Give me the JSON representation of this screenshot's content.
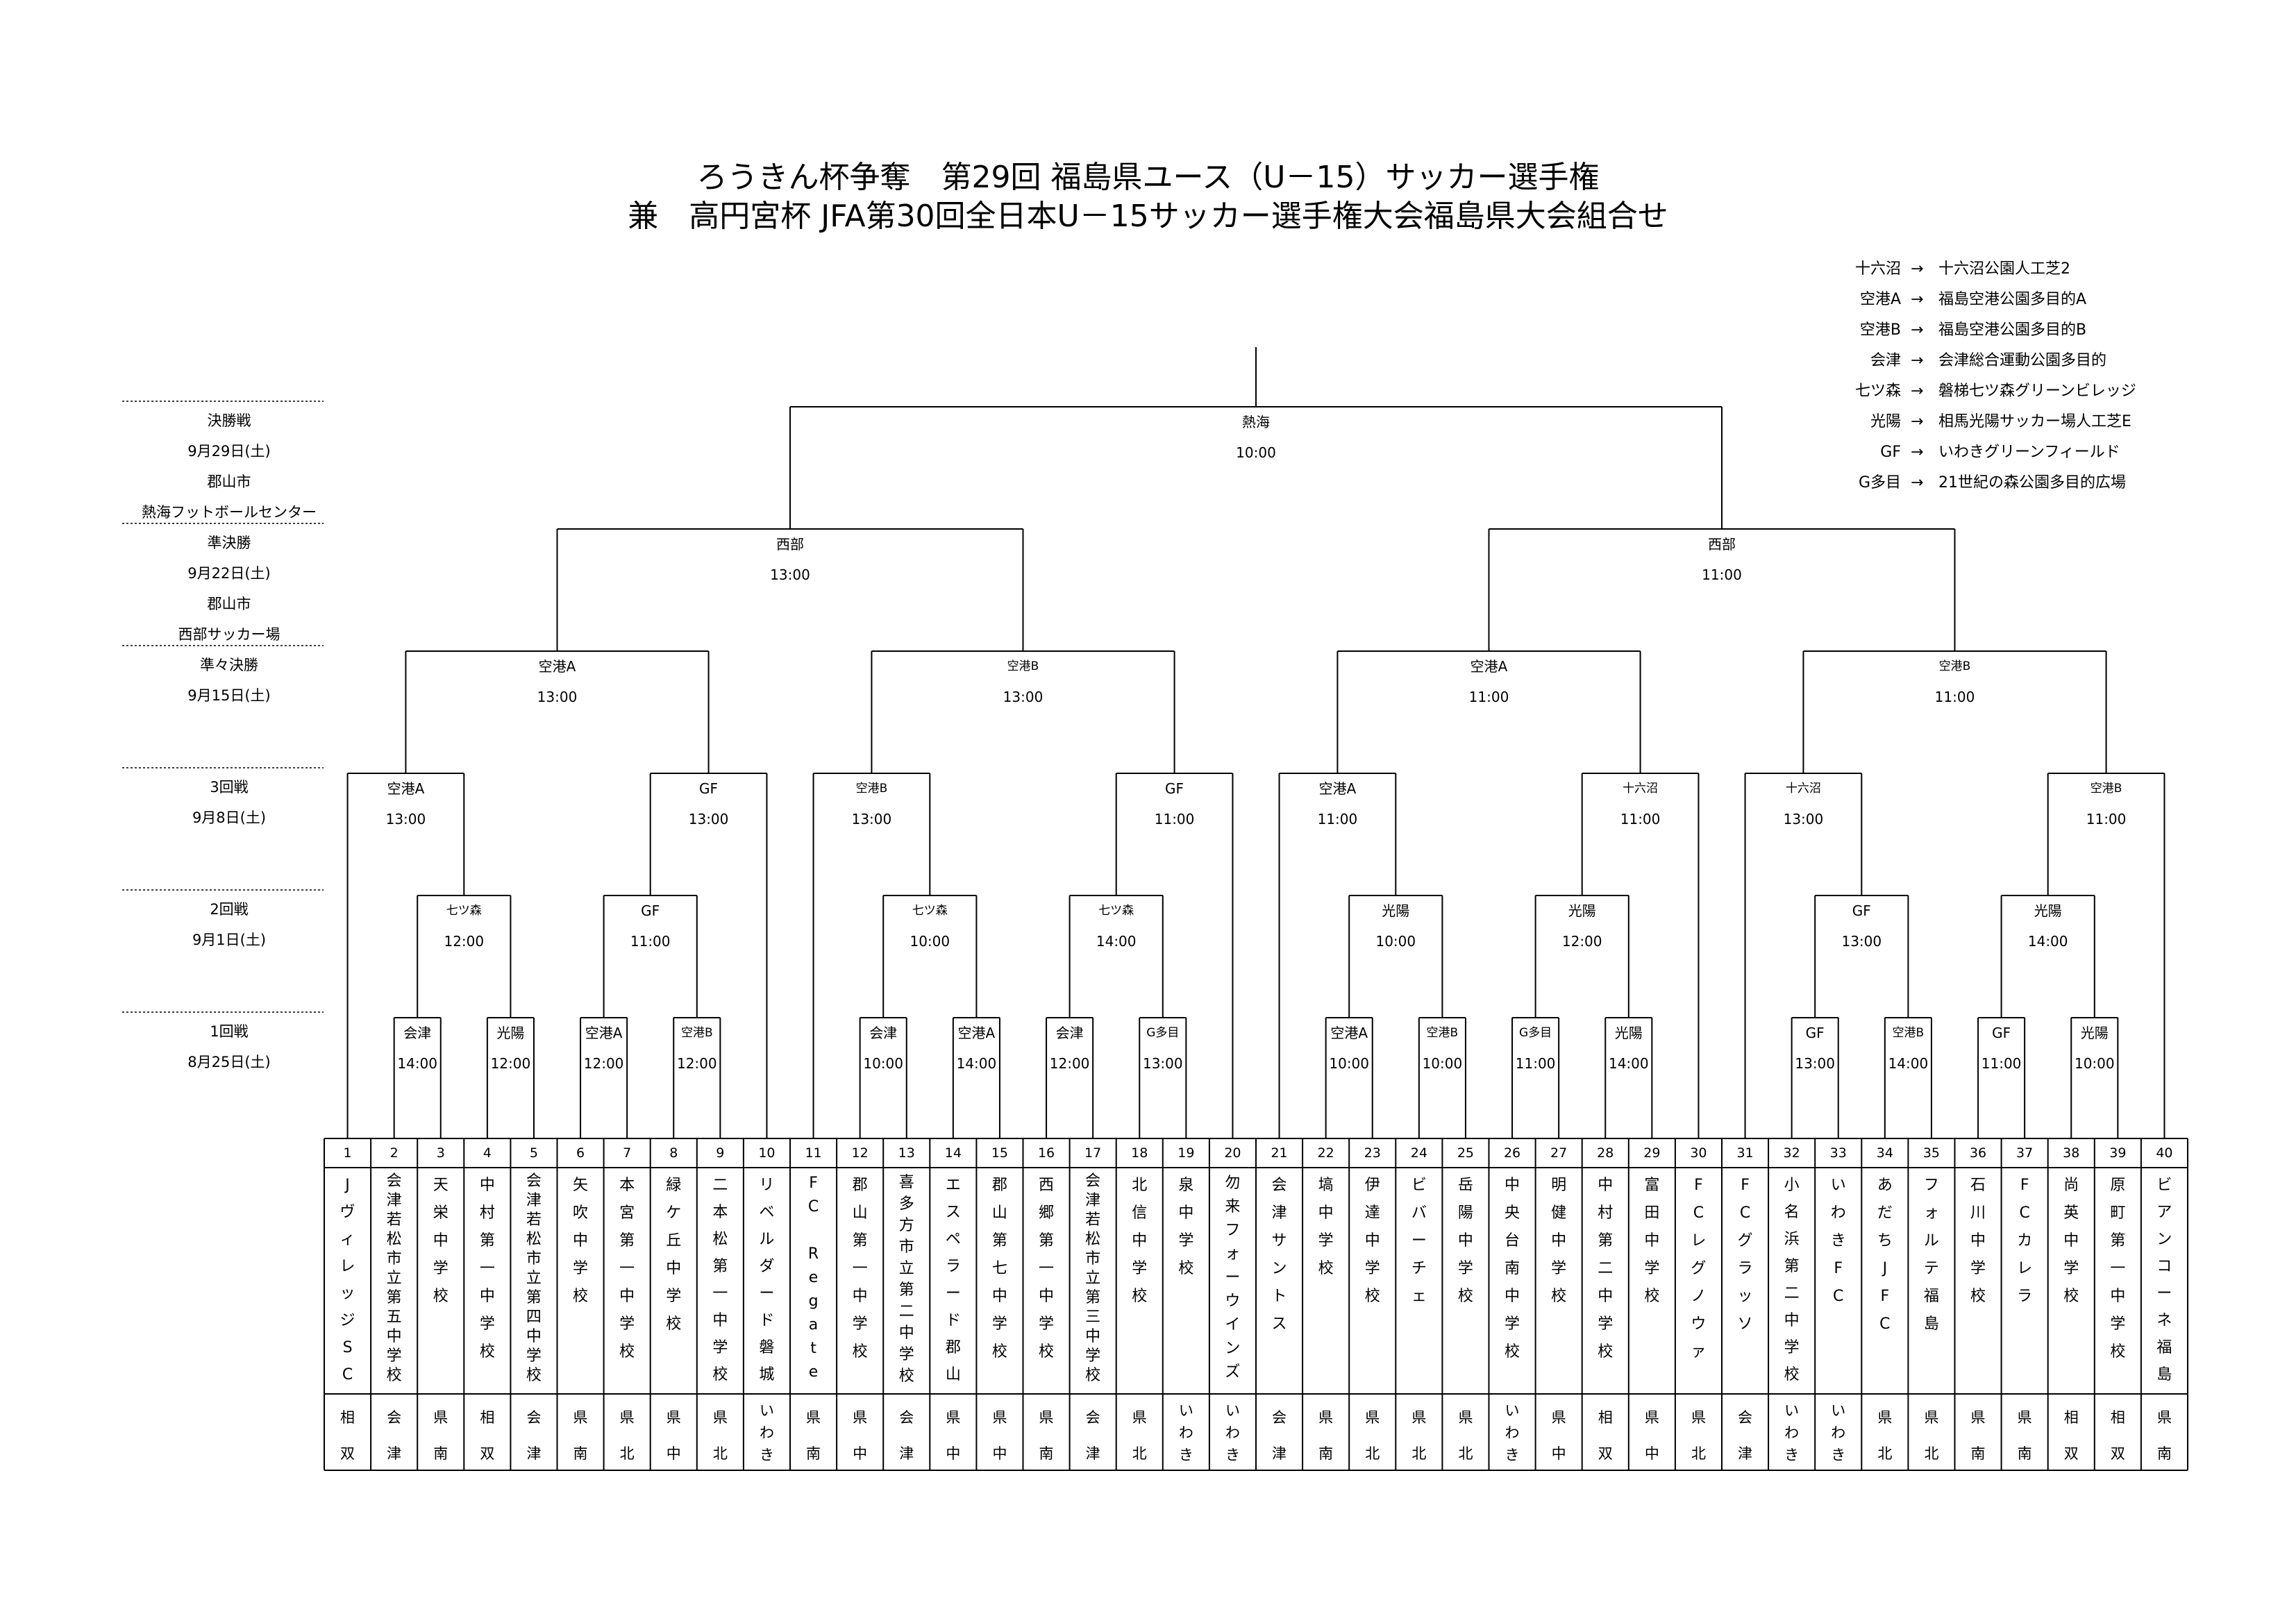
{
  "title": {
    "line1": "ろうきん杯争奪　第29回 福島県ユース（U－15）サッカー選手権",
    "line2": "兼　高円宮杯 JFA第30回全日本U－15サッカー選手権大会福島県大会組合せ"
  },
  "venue_legend": {
    "arrow": "→",
    "items": [
      {
        "abbr": "十六沼",
        "full": "十六沼公園人工芝2"
      },
      {
        "abbr": "空港A",
        "full": "福島空港公園多目的A"
      },
      {
        "abbr": "空港B",
        "full": "福島空港公園多目的B"
      },
      {
        "abbr": "会津",
        "full": "会津総合運動公園多目的"
      },
      {
        "abbr": "七ツ森",
        "full": "磐梯七ツ森グリーンビレッジ"
      },
      {
        "abbr": "光陽",
        "full": "相馬光陽サッカー場人工芝E"
      },
      {
        "abbr": "GF",
        "full": "いわきグリーンフィールド"
      },
      {
        "abbr": "G多目",
        "full": "21世紀の森公園多目的広場"
      }
    ]
  },
  "rounds": [
    {
      "key": "final",
      "lines": [
        "決勝戦",
        "9月29日(土)",
        "郡山市",
        "熱海フットボールセンター"
      ]
    },
    {
      "key": "semi",
      "lines": [
        "準決勝",
        "9月22日(土)",
        "郡山市",
        "西部サッカー場"
      ]
    },
    {
      "key": "quarter",
      "lines": [
        "準々決勝",
        "9月15日(土)"
      ]
    },
    {
      "key": "r3",
      "lines": [
        "3回戦",
        "9月8日(土)"
      ]
    },
    {
      "key": "r2",
      "lines": [
        "2回戦",
        "9月1日(土)"
      ]
    },
    {
      "key": "r1",
      "lines": [
        "1回戦",
        "8月25日(土)"
      ]
    }
  ],
  "matches": {
    "r1": [
      {
        "venue": "会津",
        "time": "14:00"
      },
      {
        "venue": "光陽",
        "time": "12:00"
      },
      {
        "venue": "空港A",
        "time": "12:00"
      },
      {
        "venue": "空港B",
        "time": "12:00"
      },
      {
        "venue": "会津",
        "time": "10:00"
      },
      {
        "venue": "空港A",
        "time": "14:00"
      },
      {
        "venue": "会津",
        "time": "12:00"
      },
      {
        "venue": "G多目",
        "time": "13:00"
      },
      {
        "venue": "空港A",
        "time": "10:00"
      },
      {
        "venue": "空港B",
        "time": "10:00"
      },
      {
        "venue": "G多目",
        "time": "11:00"
      },
      {
        "venue": "光陽",
        "time": "14:00"
      },
      {
        "venue": "GF",
        "time": "13:00"
      },
      {
        "venue": "空港B",
        "time": "14:00"
      },
      {
        "venue": "GF",
        "time": "11:00"
      },
      {
        "venue": "光陽",
        "time": "10:00"
      }
    ],
    "r2": [
      {
        "venue": "七ツ森",
        "time": "12:00"
      },
      {
        "venue": "GF",
        "time": "11:00"
      },
      {
        "venue": "七ツ森",
        "time": "10:00"
      },
      {
        "venue": "七ツ森",
        "time": "14:00"
      },
      {
        "venue": "光陽",
        "time": "10:00"
      },
      {
        "venue": "光陽",
        "time": "12:00"
      },
      {
        "venue": "GF",
        "time": "13:00"
      },
      {
        "venue": "光陽",
        "time": "14:00"
      }
    ],
    "r3": [
      {
        "venue": "空港A",
        "time": "13:00"
      },
      {
        "venue": "GF",
        "time": "13:00"
      },
      {
        "venue": "空港B",
        "time": "13:00"
      },
      {
        "venue": "GF",
        "time": "11:00"
      },
      {
        "venue": "空港A",
        "time": "11:00"
      },
      {
        "venue": "十六沼",
        "time": "11:00"
      },
      {
        "venue": "十六沼",
        "time": "13:00"
      },
      {
        "venue": "空港B",
        "time": "11:00"
      }
    ],
    "quarter": [
      {
        "venue": "空港A",
        "time": "13:00"
      },
      {
        "venue": "空港B",
        "time": "13:00"
      },
      {
        "venue": "空港A",
        "time": "11:00"
      },
      {
        "venue": "空港B",
        "time": "11:00"
      }
    ],
    "semi": [
      {
        "venue": "西部",
        "time": "13:00"
      },
      {
        "venue": "西部",
        "time": "11:00"
      }
    ],
    "final": [
      {
        "venue": "熱海",
        "time": "10:00"
      }
    ]
  },
  "teams": [
    {
      "no": "1",
      "name": "Jヴィレッジ SC",
      "region": "相双"
    },
    {
      "no": "2",
      "name": "会津若松市立第五中学校",
      "region": "会津"
    },
    {
      "no": "3",
      "name": "天栄中学校",
      "region": "県南"
    },
    {
      "no": "4",
      "name": "中村第一中学校",
      "region": "相双"
    },
    {
      "no": "5",
      "name": "会津若松市立第四中学校",
      "region": "会津"
    },
    {
      "no": "6",
      "name": "矢吹中学校",
      "region": "県南"
    },
    {
      "no": "7",
      "name": "本宮第一中学校",
      "region": "県北"
    },
    {
      "no": "8",
      "name": "緑ケ丘中学校",
      "region": "県中"
    },
    {
      "no": "9",
      "name": "二本松第一中学校",
      "region": "県北"
    },
    {
      "no": "10",
      "name": "リベルダード磐城",
      "region": "いわき"
    },
    {
      "no": "11",
      "name": "FC　Regate",
      "region": "県南"
    },
    {
      "no": "12",
      "name": "郡山第一中学校",
      "region": "県中"
    },
    {
      "no": "13",
      "name": "喜多方市立第二中学校",
      "region": "会津"
    },
    {
      "no": "14",
      "name": "エスペラード郡山",
      "region": "県中"
    },
    {
      "no": "15",
      "name": "郡山第七中学校",
      "region": "県中"
    },
    {
      "no": "16",
      "name": "西郷第一中学校",
      "region": "県南"
    },
    {
      "no": "17",
      "name": "会津若松市立第三中学校",
      "region": "会津"
    },
    {
      "no": "18",
      "name": "北信中学校",
      "region": "県北"
    },
    {
      "no": "19",
      "name": "泉中学校",
      "region": "いわき"
    },
    {
      "no": "20",
      "name": "勿来フォーウインズ",
      "region": "いわき"
    },
    {
      "no": "21",
      "name": "会津サントス",
      "region": "会津"
    },
    {
      "no": "22",
      "name": "塙中学校",
      "region": "県南"
    },
    {
      "no": "23",
      "name": "伊達中学校",
      "region": "県北"
    },
    {
      "no": "24",
      "name": "ビバーチェ",
      "region": "県北"
    },
    {
      "no": "25",
      "name": "岳陽中学校",
      "region": "県北"
    },
    {
      "no": "26",
      "name": "中央台南中学校",
      "region": "いわき"
    },
    {
      "no": "27",
      "name": "明健中学校",
      "region": "県中"
    },
    {
      "no": "28",
      "name": "中村第二中学校",
      "region": "相双"
    },
    {
      "no": "29",
      "name": "富田中学校",
      "region": "県中"
    },
    {
      "no": "30",
      "name": "FCレグノウァ",
      "region": "県北"
    },
    {
      "no": "31",
      "name": "FCグラッソ",
      "region": "会津"
    },
    {
      "no": "32",
      "name": "小名浜第二中学校",
      "region": "いわき"
    },
    {
      "no": "33",
      "name": "いわきFC",
      "region": "いわき"
    },
    {
      "no": "34",
      "name": "あだちJFC",
      "region": "県北"
    },
    {
      "no": "35",
      "name": "フォルテ福島",
      "region": "県北"
    },
    {
      "no": "36",
      "name": "石川中学校",
      "region": "県南"
    },
    {
      "no": "37",
      "name": "FCカレラ",
      "region": "県南"
    },
    {
      "no": "38",
      "name": "尚英中学校",
      "region": "相双"
    },
    {
      "no": "39",
      "name": "原町第一中学校",
      "region": "相双"
    },
    {
      "no": "40",
      "name": "ビアンコーネ福島",
      "region": "県南"
    }
  ]
}
